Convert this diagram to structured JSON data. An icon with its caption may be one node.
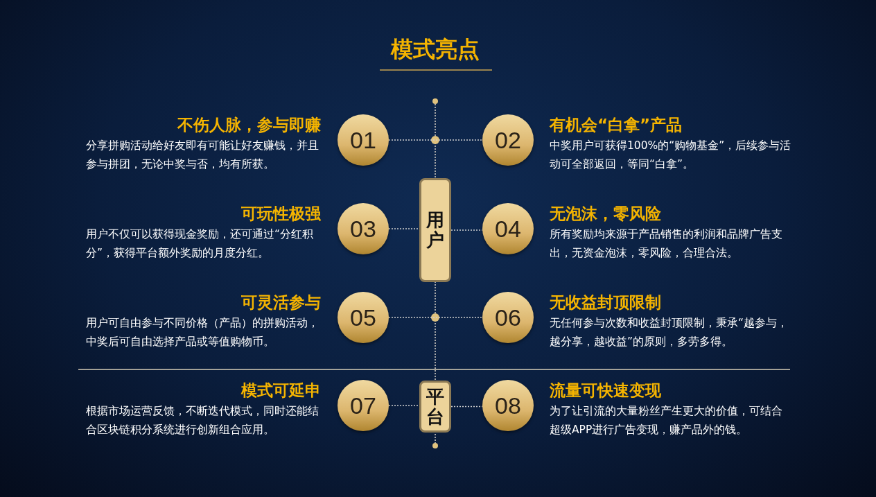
{
  "diagram": {
    "title": "模式亮点",
    "nodes": [
      {
        "text": [
          "01"
        ],
        "beside": [
          "不伤人脉，参与即赚",
          "分享拼购活动给好友即有可能让好友赚钱，并且参与拼团，无论中奖与否，均有所获。"
        ]
      },
      {
        "text": [
          "02"
        ],
        "beside": [
          "有机会“白拿”产品",
          "中奖用户可获得100%的“购物基金”，后续参与活动可全部返回，等同“白拿”。"
        ]
      },
      {
        "text": [
          "用户"
        ]
      },
      {
        "text": [
          "03"
        ],
        "beside": [
          "可玩性极强",
          "用户不仅可以获得现金奖励，还可通过“分红积分”，获得平台额外奖励的月度分红。"
        ]
      },
      {
        "text": [
          "04"
        ],
        "beside": [
          "无泡沫，零风险",
          "所有奖励均来源于产品销售的利润和品牌广告支出，无资金泡沫，零风险，合理合法。"
        ]
      },
      {
        "text": [
          "05"
        ],
        "beside": [
          "可灵活参与",
          "用户可自由参与不同价格（产品）的拼购活动，中奖后可自由选择产品或等值购物币。"
        ]
      },
      {
        "text": [
          "06"
        ],
        "beside": [
          "无收益封顶限制",
          "无任何参与次数和收益封顶限制，秉承“越参与，越分享，越收益”的原则，多劳多得。"
        ]
      },
      {
        "text": [
          "07"
        ],
        "beside": [
          "模式可延申",
          "根据市场运营反馈，不断迭代模式，同时还能结合区块链积分系统进行创新组合应用。"
        ]
      },
      {
        "text": [
          "平台"
        ]
      },
      {
        "text": [
          "08"
        ],
        "beside": [
          "流量可快速变现",
          "为了让引流的大量粉丝产生更大的价值，可结合超级APP进行广告变现，赚产品外的钱。"
        ]
      }
    ],
    "edges": [
      {
        "from": 0,
        "to": 1,
        "arrow": "none"
      },
      {
        "from": 3,
        "to": 2,
        "arrow": "none"
      },
      {
        "from": 2,
        "to": 4,
        "arrow": "none"
      },
      {
        "from": 5,
        "to": 6,
        "arrow": "none"
      },
      {
        "from": 7,
        "to": 8,
        "arrow": "none"
      },
      {
        "from": 8,
        "to": 9,
        "arrow": "none"
      }
    ]
  }
}
